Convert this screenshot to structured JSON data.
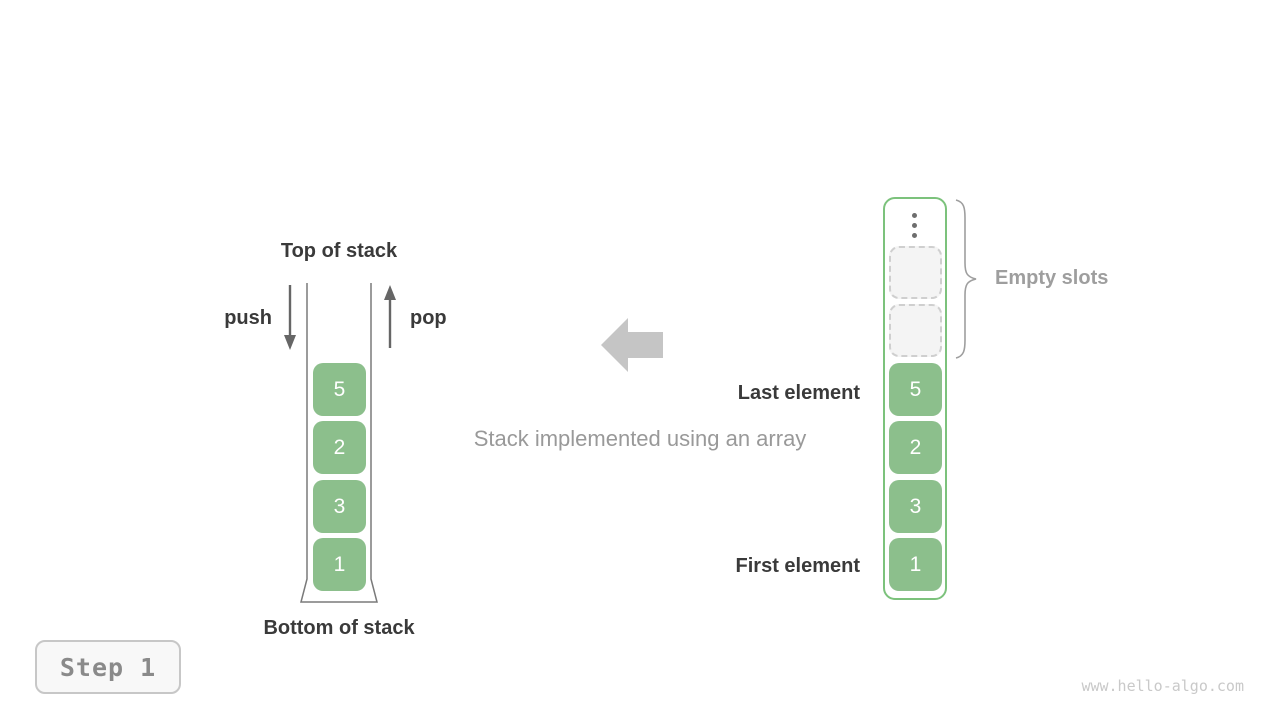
{
  "left_stack": {
    "top_label": "Top of stack",
    "bottom_label": "Bottom of stack",
    "push_label": "push",
    "pop_label": "pop",
    "cells": [
      "5",
      "2",
      "3",
      "1"
    ]
  },
  "middle": {
    "caption": "Stack implemented using an array",
    "arrow_direction": "left"
  },
  "right_array": {
    "ellipsis_dots": 3,
    "empty_slots_count": 2,
    "cells": [
      "5",
      "2",
      "3",
      "1"
    ],
    "empty_slots_label": "Empty slots",
    "last_element_label": "Last element",
    "first_element_label": "First element"
  },
  "footer": {
    "step_label": "Step 1",
    "watermark": "www.hello-algo.com"
  },
  "icons": {
    "push_arrow": "down-arrow",
    "pop_arrow": "up-arrow",
    "transform_arrow": "left-arrow",
    "ellipsis": "vertical-ellipsis",
    "brace": "right-curly-brace"
  },
  "colors": {
    "cell_green": "#8CBF8C",
    "array_border_green": "#7CC27C",
    "dark_text": "#3A3A3A",
    "gray_text": "#9E9E9E",
    "big_arrow_gray": "#C5C5C5",
    "slot_fill": "#F4F4F4",
    "slot_border": "#CFCFCF"
  }
}
